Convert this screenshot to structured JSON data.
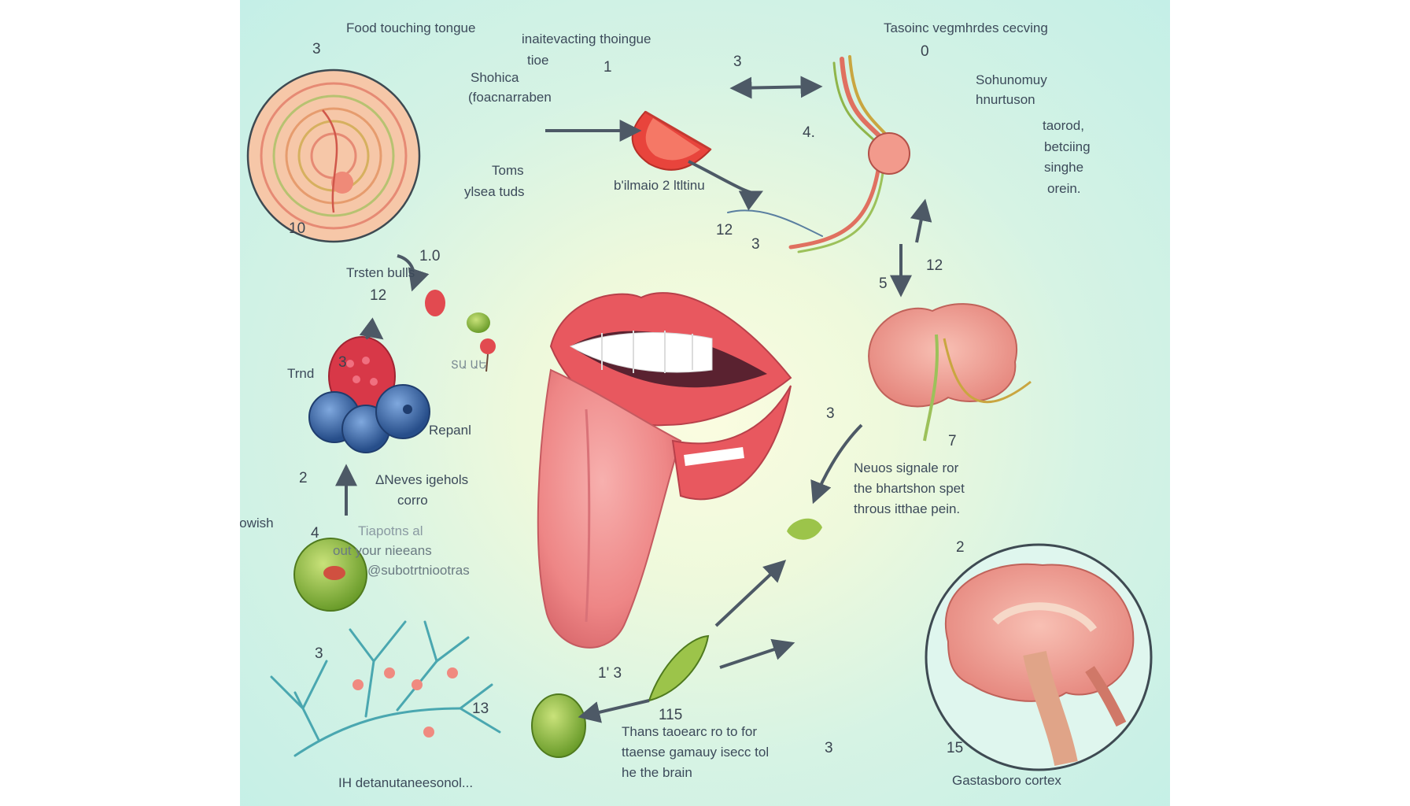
{
  "labels": {
    "food_touching_tongue": "Food touching tongue",
    "inaitevacting": "inaitevacting thoingue",
    "tioe": "tioe",
    "tasoinc": "Tasoinc vegmhrdes cecving",
    "shohica": "Shohica",
    "foacnarraben": "(foacnarraben",
    "sohunomuy": "Sohunomuy",
    "hnurtuson": "hnurtuson",
    "taorod": "taorod,",
    "betciing": "betciing",
    "singhe": "singhe",
    "orein": "orein.",
    "toms": "Toms",
    "sea_tuds": "ylsea tuds",
    "bitmaio": "b'ilmaio 2 ltltinu",
    "trsten_buds": "Trsten bulls",
    "trnd": "Trnd",
    "repanl": "Repanl",
    "nevels": "ΔNeves igehols",
    "corro": "corro",
    "flowish": "Flowish",
    "tiapotns": "Tiapotns  al",
    "out_your": "out your nieeans",
    "subotrt": "@subotrtniootras",
    "neuos_1": "Neuos signale ror",
    "neuos_2": "the bhartshon spet",
    "neuos_3": "throus  itthae pein.",
    "thans_1": "Thans taoearc ro to for",
    "thans_2": "ttaense gamauy isecc tol",
    "thans_3": "he the brain",
    "detanut": "IH  detanutaneesonol...",
    "gastasboro": "Gastasboro cortex",
    "scribble": "ՏԱ ԱԵ"
  },
  "numbers": {
    "n1": "3",
    "n2": "1",
    "n3": "3",
    "n4": "0",
    "n5": "4.",
    "n6": "10",
    "n7": "1.0",
    "n8": "12",
    "n9": "12",
    "n10": "3",
    "n11": "5",
    "n12": "12",
    "n13": "3",
    "n14": "3",
    "n15": "7",
    "n16": "2",
    "n17": "4",
    "n18": "2",
    "n19": "3",
    "n20": "13",
    "n21": "1' 3",
    "n22": "115",
    "n23": "3",
    "n24": "15"
  },
  "colors": {
    "bg_center": "#fbfce0",
    "bg_edge": "#c4efe7",
    "tongue": "#f08a8c",
    "lips": "#e8585f",
    "tomato": "#e8443c",
    "blueberry": "#3f6fb0",
    "raspberry": "#d83848",
    "green_fruit": "#8cbf3a",
    "brain": "#f09a90",
    "nerve": "#e07060",
    "vessel": "#4aa7b0",
    "arrow": "#4d5966"
  }
}
